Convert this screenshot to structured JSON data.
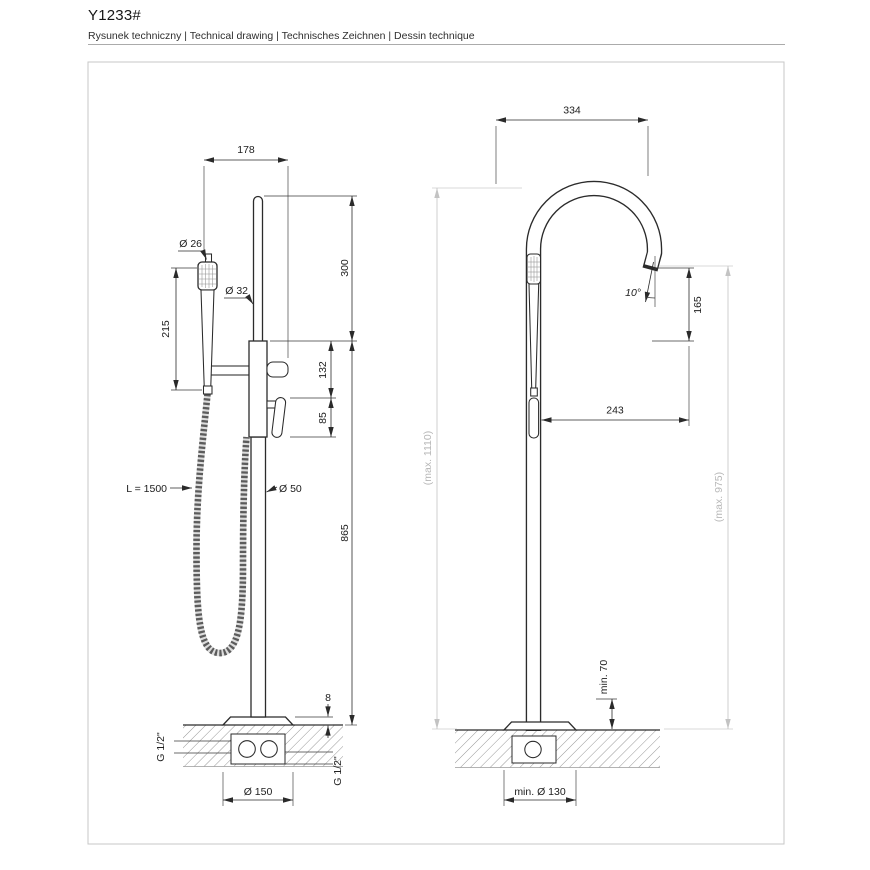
{
  "header": {
    "product_code": "Y1233#",
    "subtitle": "Rysunek techniczny | Technical drawing | Technisches Zeichnen | Dessin technique"
  },
  "front_view": {
    "dim_width_top": "178",
    "dim_handset_diameter": "Ø 26",
    "dim_riser_diameter": "Ø 32",
    "dim_handset_length": "215",
    "dim_riser_height": "300",
    "dim_spout_to_handle": "132",
    "dim_handle_length": "85",
    "dim_hose_length": "L = 1500",
    "dim_column_diameter": "Ø 50",
    "dim_outlet_height": "865",
    "dim_base_plate_thickness": "8",
    "dim_inlet_thread_left": "G 1/2\"",
    "dim_inlet_thread_right": "G 1/2\"",
    "dim_base_diameter": "Ø 150"
  },
  "side_view": {
    "dim_depth_top": "334",
    "dim_spout_angle": "10°",
    "dim_outlet_drop": "165",
    "dim_spout_reach": "243",
    "dim_max_height_total": "(max. 1110)",
    "dim_max_height_outlet": "(max. 975)",
    "dim_min_floor_clearance": "min. 70",
    "dim_min_base_diameter": "min. Ø 130"
  }
}
